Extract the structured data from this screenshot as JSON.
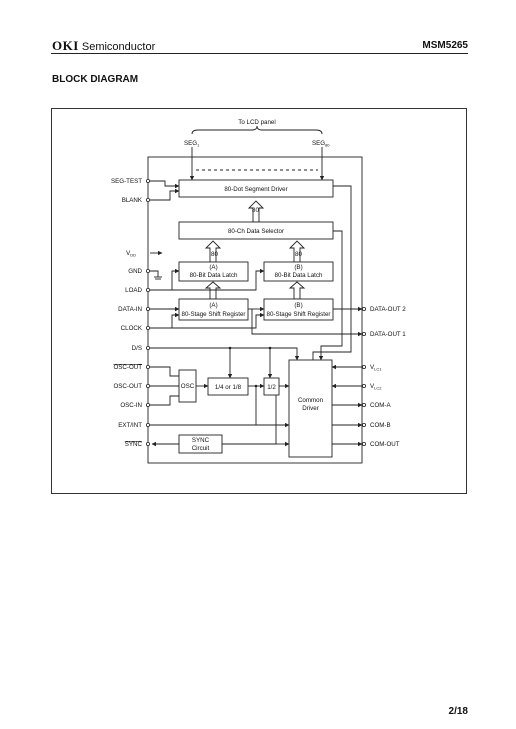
{
  "header": {
    "brand": "OKI",
    "brand_suffix": "Semiconductor",
    "part_number": "MSM5265"
  },
  "section_title": "BLOCK DIAGRAM",
  "page_number": "2/18",
  "diagram": {
    "top_label": "To LCD panel",
    "seg_first": "SEG",
    "seg_first_sub": "1",
    "seg_last": "SEG",
    "seg_last_sub": "80",
    "blocks": {
      "segment_driver": "80-Dot Segment Driver",
      "bus_80_top": "80",
      "data_selector": "80-Ch Data Selector",
      "bus_80_a": "80",
      "bus_80_b": "80",
      "latch_a_line1": "(A)",
      "latch_a_line2": "80-Bit Data Latch",
      "latch_b_line1": "(B)",
      "latch_b_line2": "80-Bit Data Latch",
      "shift_a_line1": "(A)",
      "shift_a_line2": "80-Stage Shift Register",
      "shift_b_line1": "(B)",
      "shift_b_line2": "80-Stage Shift Register",
      "osc": "OSC",
      "divider": "1/4 or 1/8",
      "half": "1/2",
      "common_line1": "Common",
      "common_line2": "Driver",
      "sync_line1": "SYNC",
      "sync_line2": "Circuit"
    },
    "left_pins": {
      "seg_test": "SEG-TEST",
      "blank": "BLANK",
      "vdd": "V",
      "vdd_sub": "DD",
      "gnd": "GND",
      "load": "LOAD",
      "data_in": "DATA-IN",
      "clock": "CLOCK",
      "ds": "D/S",
      "osc_out_bar": "OSC-OUT",
      "osc_out": "OSC-OUT",
      "osc_in": "OSC-IN",
      "ext_int": "EXT/INT",
      "sync": "SYNC"
    },
    "right_pins": {
      "data_out_2": "DATA-OUT 2",
      "data_out_1": "DATA-OUT 1",
      "vlc1": "V",
      "vlc1_sub": "LC1",
      "vlc2": "V",
      "vlc2_sub": "LC2",
      "com_a": "COM-A",
      "com_b": "COM-B",
      "com_out": "COM-OUT"
    }
  }
}
